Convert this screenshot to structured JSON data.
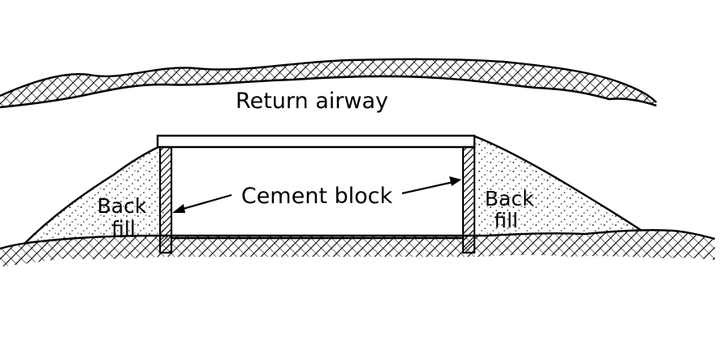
{
  "labels": {
    "return_airway": "Return airway",
    "cement_block": "Cement block",
    "backfill_left_line1": "Back",
    "backfill_left_line2": "fill",
    "backfill_right_line1": "Back",
    "backfill_right_line2": "fill"
  },
  "colors": {
    "ink": "#000000",
    "paper": "#ffffff"
  }
}
